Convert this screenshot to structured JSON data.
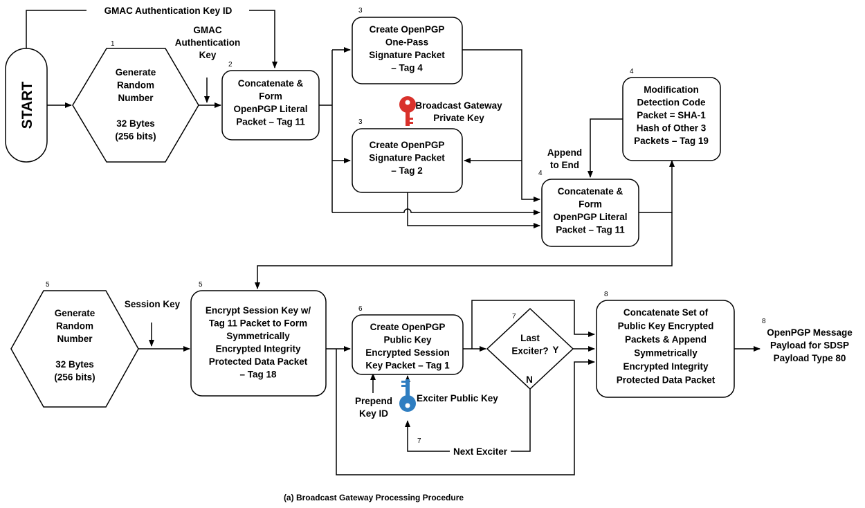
{
  "start": {
    "label": "START"
  },
  "blocks": {
    "b1": {
      "num": "1",
      "lines": [
        "Generate",
        "Random",
        "Number",
        "",
        "32 Bytes",
        "(256 bits)"
      ]
    },
    "b2": {
      "num": "2",
      "lines": [
        "Concatenate &",
        "Form",
        "OpenPGP Literal",
        "Packet – Tag 11"
      ]
    },
    "b3a": {
      "num": "3",
      "lines": [
        "Create OpenPGP",
        "One-Pass",
        "Signature Packet",
        "– Tag 4"
      ]
    },
    "b3b": {
      "num": "3",
      "lines": [
        "Create OpenPGP",
        "Signature Packet",
        "– Tag 2"
      ]
    },
    "b4a": {
      "num": "4",
      "lines": [
        "Modification",
        "Detection Code",
        "Packet = SHA-1",
        "Hash of Other 3",
        "Packets – Tag 19"
      ]
    },
    "b4b": {
      "num": "4",
      "lines": [
        "Concatenate &",
        "Form",
        "OpenPGP Literal",
        "Packet – Tag 11"
      ]
    },
    "b5a": {
      "num": "5",
      "lines": [
        "Generate",
        "Random",
        "Number",
        "",
        "32 Bytes",
        "(256 bits)"
      ]
    },
    "b5b": {
      "num": "5",
      "lines": [
        "Encrypt Session Key w/",
        "Tag 11 Packet to Form",
        "Symmetrically",
        "Encrypted Integrity",
        "Protected Data Packet",
        "– Tag 18"
      ]
    },
    "b6": {
      "num": "6",
      "lines": [
        "Create OpenPGP",
        "Public Key",
        "Encrypted Session",
        "Key Packet – Tag 1"
      ]
    },
    "b7": {
      "num": "7",
      "lines": [
        "Last",
        "Exciter?"
      ],
      "yes": "Y",
      "no": "N"
    },
    "b8": {
      "num": "8",
      "lines": [
        "Concatenate Set of",
        "Public Key Encrypted",
        "Packets & Append",
        "Symmetrically",
        "Encrypted Integrity",
        "Protected Data Packet"
      ]
    },
    "out": {
      "num": "8",
      "lines": [
        "OpenPGP Message",
        "Payload for SDSP",
        "Payload Type 80"
      ]
    }
  },
  "labels": {
    "gmac_key_id": "GMAC Authentication Key ID",
    "gmac_key": [
      "GMAC",
      "Authentication",
      "Key"
    ],
    "private_key": [
      "Broadcast Gateway",
      "Private Key"
    ],
    "append_to_end": [
      "Append",
      "to End"
    ],
    "session_key": "Session Key",
    "prepend_key_id": [
      "Prepend",
      "Key ID"
    ],
    "exciter_public_key": "Exciter Public Key",
    "next_exciter_num": "7",
    "next_exciter": "Next Exciter"
  },
  "colors": {
    "private_key_icon": "#d9312b",
    "public_key_icon": "#2f7ec1"
  },
  "caption": "(a) Broadcast Gateway Processing Procedure"
}
